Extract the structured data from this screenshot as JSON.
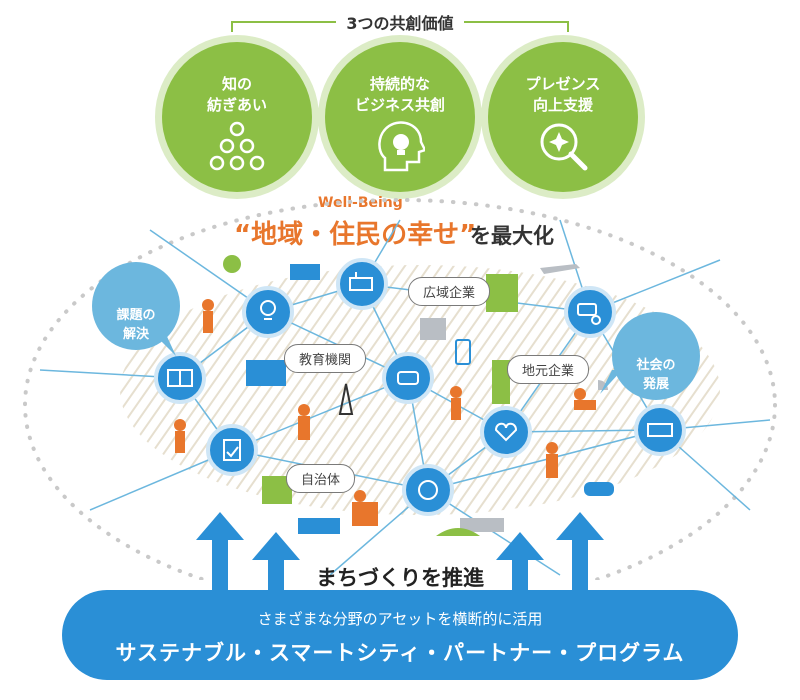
{
  "header": {
    "title": "3つの共創価値"
  },
  "values": [
    {
      "label": "知の\n紡ぎあい",
      "icon": "network-triangle-icon"
    },
    {
      "label": "持続的な\nビジネス共創",
      "icon": "head-lightbulb-icon"
    },
    {
      "label": "プレゼンス\n向上支援",
      "icon": "magnifier-sparkle-icon"
    }
  ],
  "headline": {
    "well_being": "Well-Being",
    "main": "“地域・住民の幸せ”",
    "suffix": "を最大化"
  },
  "bubbles": {
    "left": "課題の\n解決",
    "right": "社会の\n発展"
  },
  "labels": {
    "regional_corp": "広域企業",
    "education": "教育機関",
    "local_corp": "地元企業",
    "municipality": "自治体"
  },
  "promote_text": "まちづくりを推進",
  "banner": {
    "sub": "さまざまな分野のアセットを横断的に活用",
    "main": "サステナブル・スマートシティ・パートナー・プログラム"
  },
  "colors": {
    "green": "#8cbf45",
    "blue": "#2a8fd6",
    "orange": "#e8762c",
    "light_blue": "#6cb7de"
  }
}
